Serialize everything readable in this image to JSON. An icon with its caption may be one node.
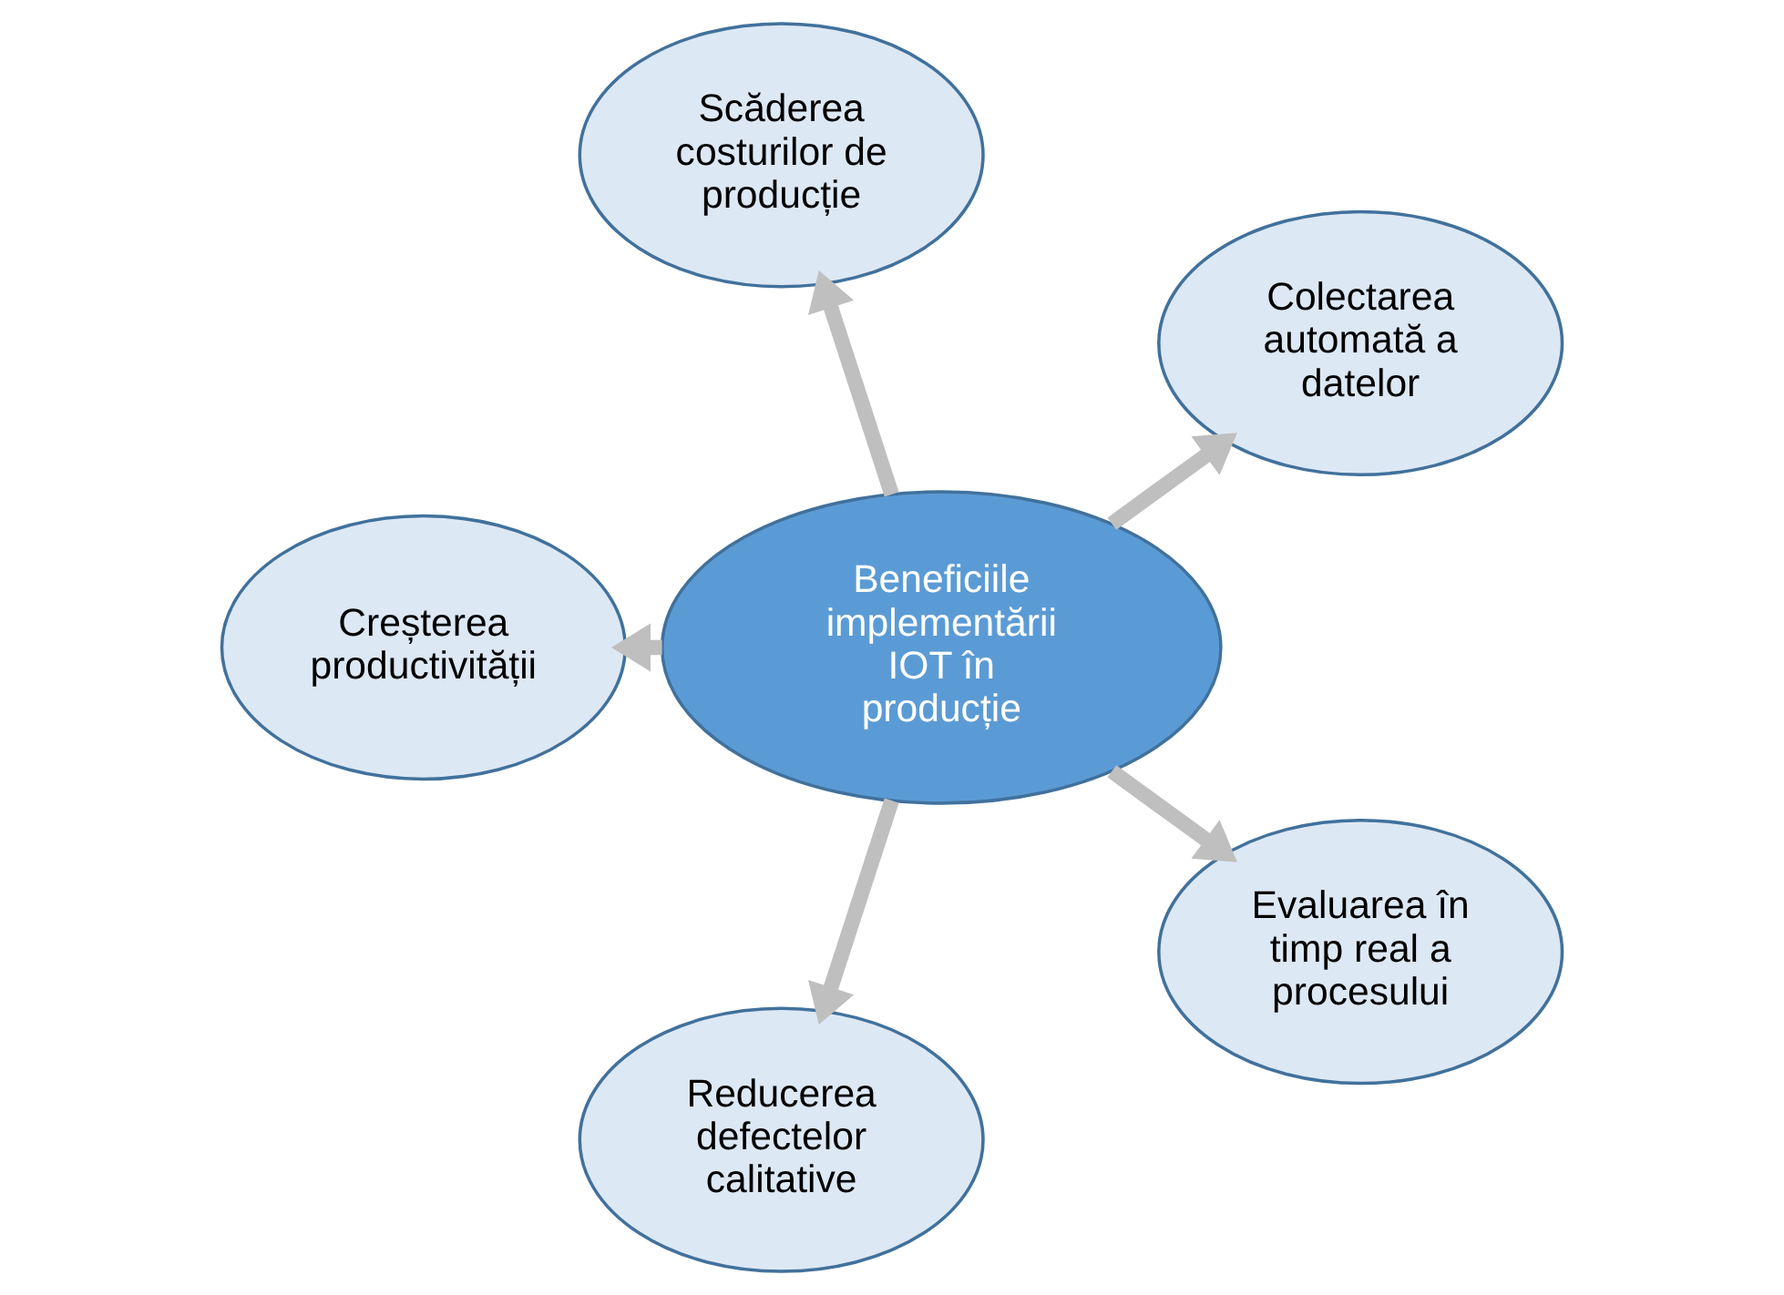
{
  "diagram": {
    "nodes": [
      {
        "text": [
          "Colectarea automată a datelor"
        ]
      },
      {
        "text": [
          "Scăderea costurilor de producție"
        ]
      },
      {
        "text": [
          "Creșterea productivității"
        ]
      },
      {
        "text": [
          "Beneficiile implementării IOT în producție"
        ]
      },
      {
        "text": [
          "Reducerea defectelor calitative"
        ]
      },
      {
        "text": [
          "Evaluarea în timp real a procesului"
        ]
      }
    ],
    "edges": [
      {
        "from": 3,
        "to": 0,
        "arrow": "to"
      },
      {
        "from": 3,
        "to": 1,
        "arrow": "to"
      },
      {
        "from": 3,
        "to": 2,
        "arrow": "to"
      },
      {
        "from": 3,
        "to": 4,
        "arrow": "to"
      },
      {
        "from": 3,
        "to": 5,
        "arrow": "to"
      }
    ]
  }
}
